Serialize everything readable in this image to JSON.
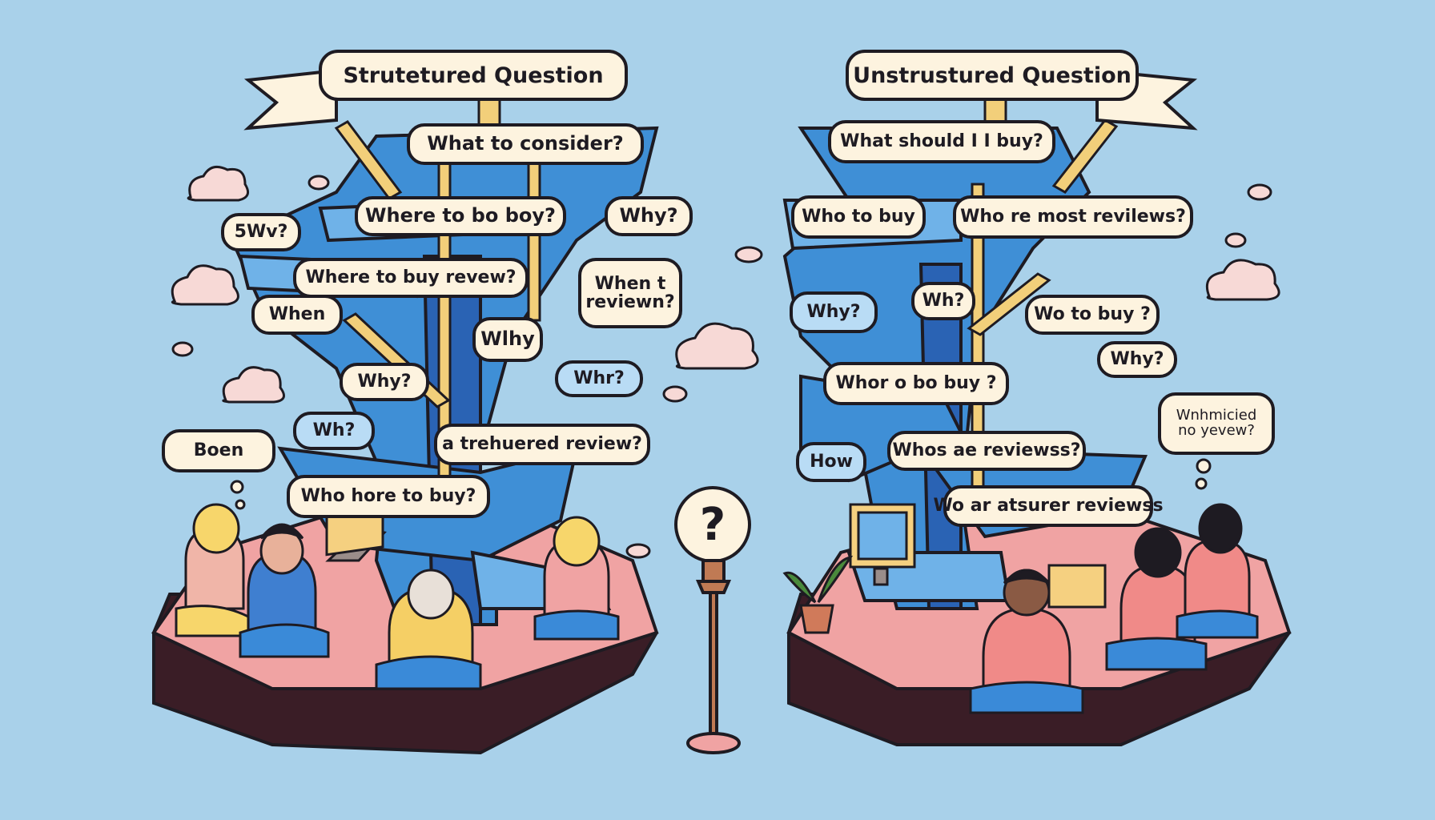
{
  "colors": {
    "background": "#a9d1ea",
    "tower": "#3f8fd6",
    "tower_dark": "#2a63b4",
    "platform_top": "#f0a3a3",
    "platform_side": "#3a1d26",
    "bubble": "#fdf3df",
    "outline": "#1e1b22"
  },
  "left": {
    "title": "Strutetured Question",
    "bubbles": [
      "What to consider?",
      "Where to bo boy?",
      "Why?",
      "5Wv?",
      "Where to buy revew?",
      "When t reviewn?",
      "When",
      "Wlhy",
      "Why?",
      "Wh?",
      "Whr?",
      "Boen",
      "a trehuered review?",
      "Who  hore to buy?"
    ]
  },
  "right": {
    "title": "Unstrustured Question",
    "bubbles": [
      "What should I I buy?",
      "Who to buy",
      "Who re  most revilews?",
      "Why?",
      "Wh?",
      "Wo to buy ?",
      "Why?",
      "Whor o bo buy ?",
      "Wnhmicied no yevew?",
      "How",
      "Whos ae reviewss?",
      "Wo ar atsurer reviewss"
    ]
  },
  "center": {
    "icon": "question-lamp-icon",
    "symbol": "?"
  }
}
